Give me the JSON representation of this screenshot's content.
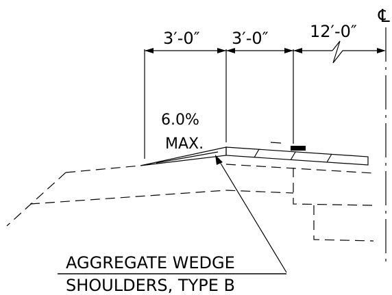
{
  "centerline_symbol": "℄",
  "dimensions": {
    "left": "3′-0″",
    "middle": "3′-0″",
    "right": "12′-0″"
  },
  "slope": {
    "value": "6.0%",
    "limit": "MAX."
  },
  "callout": {
    "line1": "AGGREGATE WEDGE",
    "line2": "SHOULDERS, TYPE B"
  },
  "colors": {
    "ink": "#000000",
    "paper": "#ffffff"
  }
}
